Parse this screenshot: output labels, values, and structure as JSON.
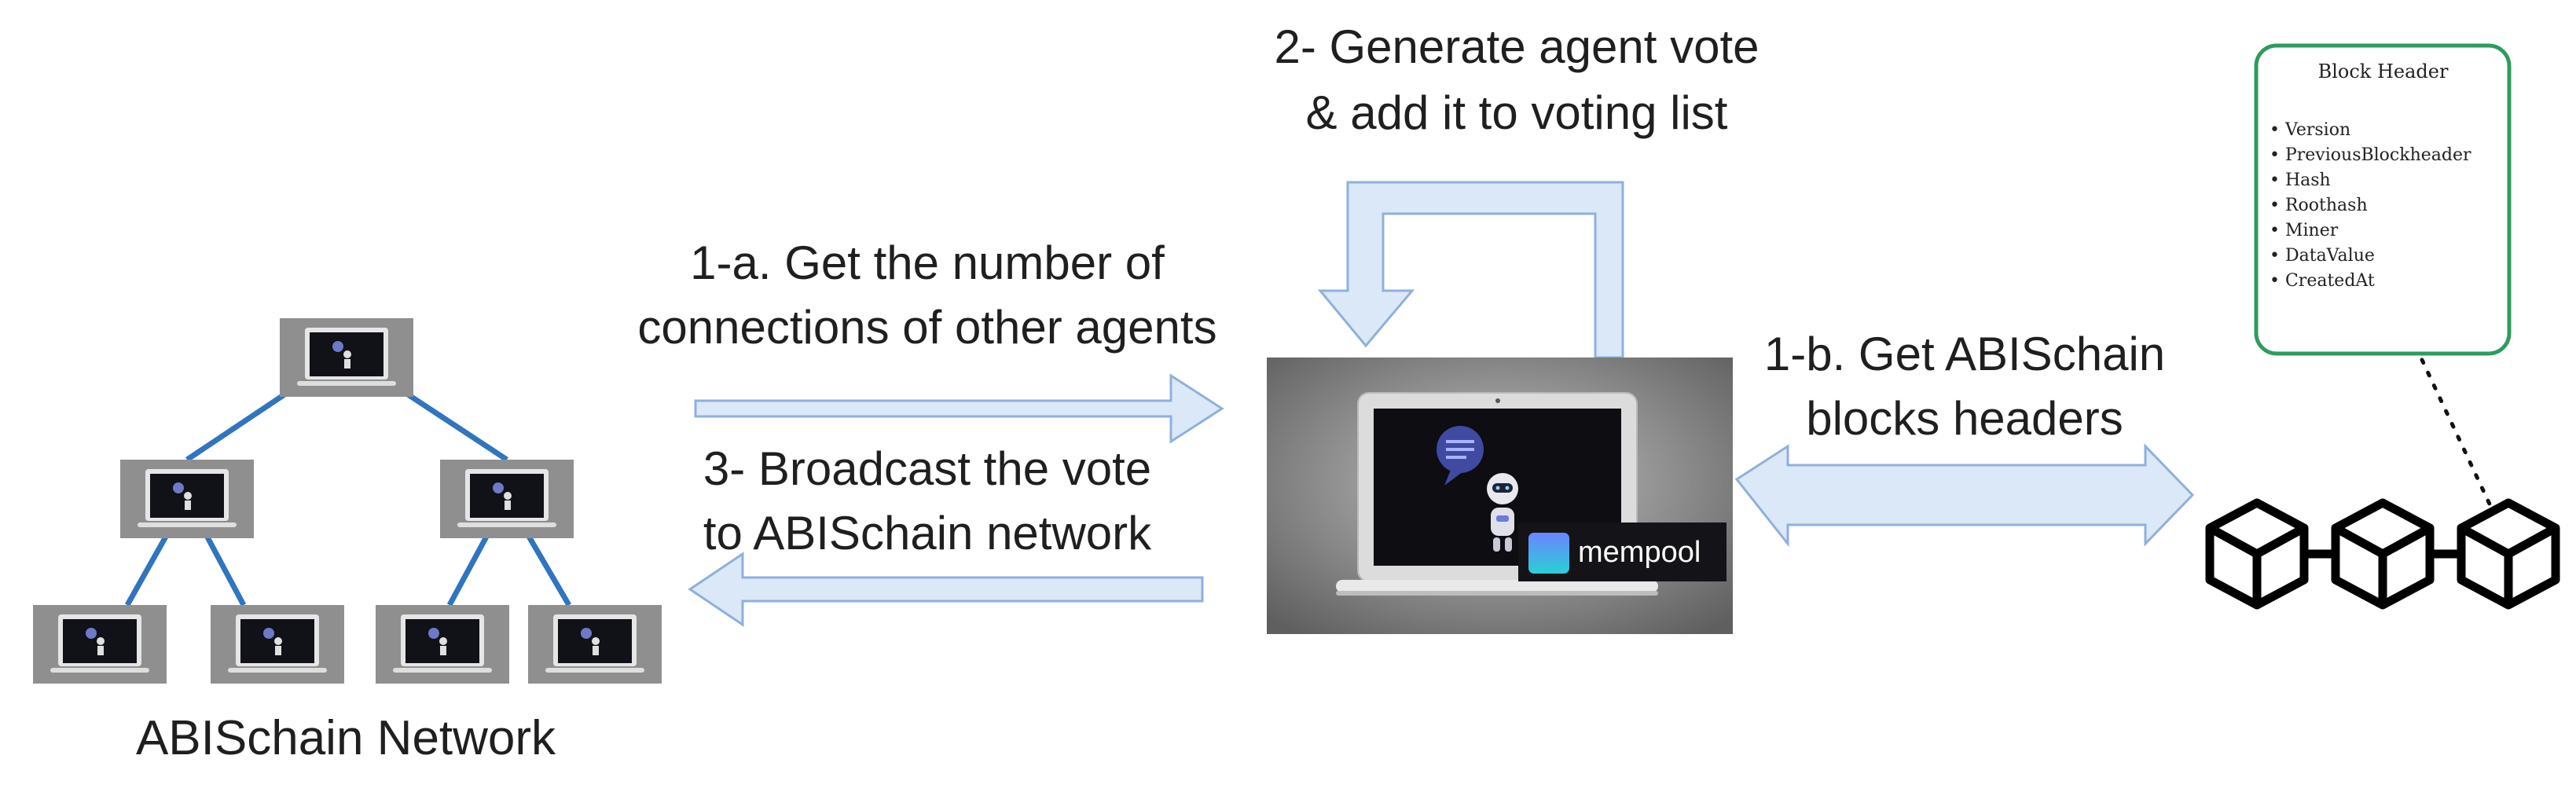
{
  "labels": {
    "step_2_line1": "2- Generate agent vote",
    "step_2_line2": "& add it to voting list",
    "step_1a_line1": "1-a. Get the number of",
    "step_1a_line2": "connections of other agents",
    "step_3_line1": "3- Broadcast the vote",
    "step_3_line2": "to ABISchain network",
    "step_1b_line1": "1-b. Get ABISchain",
    "step_1b_line2": "blocks headers",
    "network": "ABISchain Network",
    "mempool": "mempool"
  },
  "block_header": {
    "title": "Block Header",
    "fields": [
      "Version",
      "PreviousBlockheader",
      "Hash",
      "Roothash",
      "Miner",
      "DataValue",
      "CreatedAt"
    ]
  },
  "colors": {
    "arrow_fill": "#dbe8f8",
    "arrow_stroke": "#8fb0dc",
    "tree_edge": "#2f75c0",
    "card_border": "#2e9b5f",
    "laptop_screen": "#0d0d12"
  },
  "icons": [
    "laptop-icon",
    "robot-icon",
    "chat-bubble-icon",
    "mempool-icon",
    "blockchain-icon"
  ]
}
